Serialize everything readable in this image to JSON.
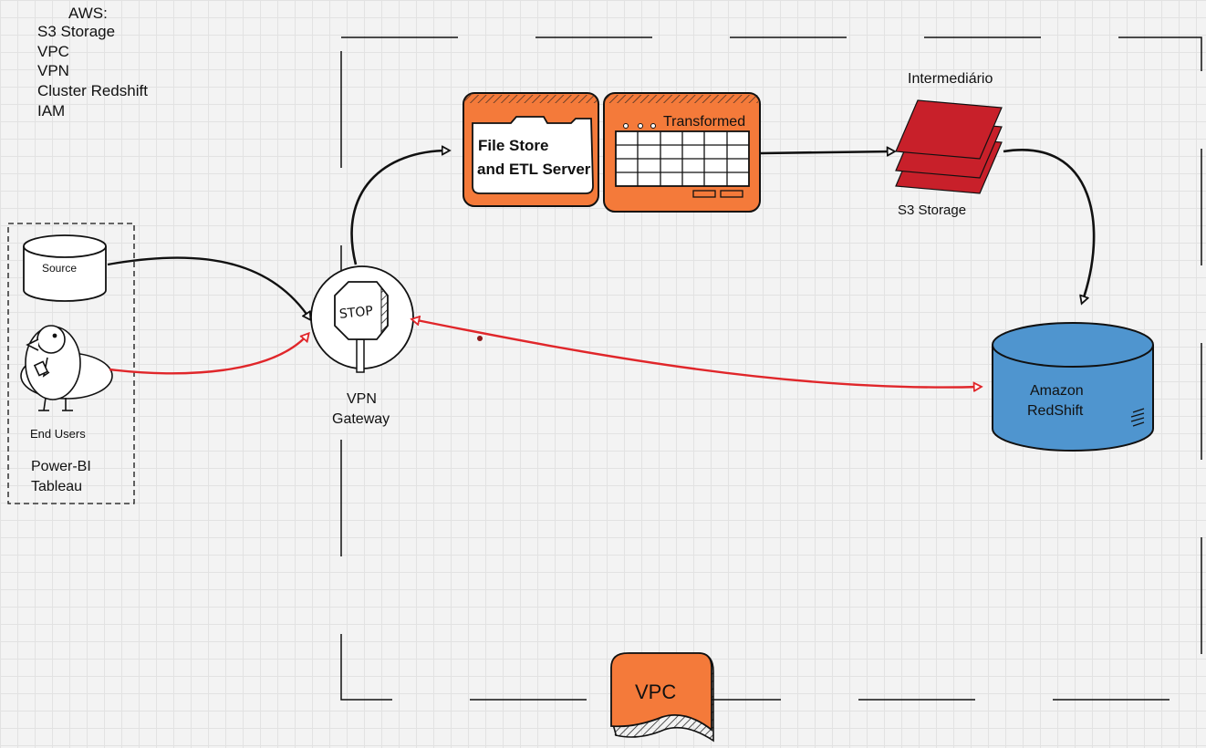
{
  "aws_notes": {
    "heading": "AWS:",
    "items": [
      "S3 Storage",
      "VPC",
      "VPN",
      "Cluster Redshift",
      "IAM"
    ]
  },
  "client_group": {
    "source_label": "Source",
    "end_users_label": "End Users",
    "tools": [
      "Power-BI",
      "Tableau"
    ]
  },
  "vpn_gateway": {
    "stop_sign_text": "STOP",
    "label_line1": "VPN",
    "label_line2": "Gateway"
  },
  "file_store": {
    "label_line1": "File Store",
    "label_line2": "and ETL Server"
  },
  "transformed": {
    "label": "Transformed"
  },
  "s3": {
    "top_label": "Intermediário",
    "bottom_label": "S3 Storage"
  },
  "redshift": {
    "label_line1": "Amazon",
    "label_line2": "RedShift"
  },
  "vpc": {
    "label": "VPC"
  },
  "colors": {
    "orange": "#f47a3a",
    "red_stack": "#c8202a",
    "blue_db": "#4f95cf",
    "red_arrow": "#e0262a",
    "stroke": "#111111"
  }
}
